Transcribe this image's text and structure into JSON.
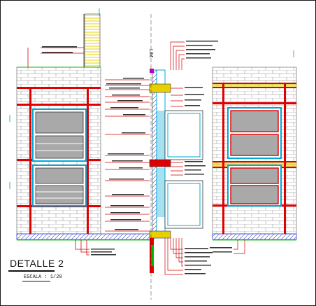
{
  "title": "DETALLE 2",
  "scale_text": "ESCALA : 1/20",
  "vertical_mark": "LIM.",
  "colors": {
    "masonry_line": "#8a8a8a",
    "structure_red": "#e00000",
    "frame_cyan": "#00a8d8",
    "glass_gray": "#a9a9a9",
    "concrete_blue": "#3040c8",
    "leader_red": "#d00000",
    "insulation_yellow": "#e8d000",
    "ground_green": "#00b400",
    "magenta": "#c000c0"
  }
}
